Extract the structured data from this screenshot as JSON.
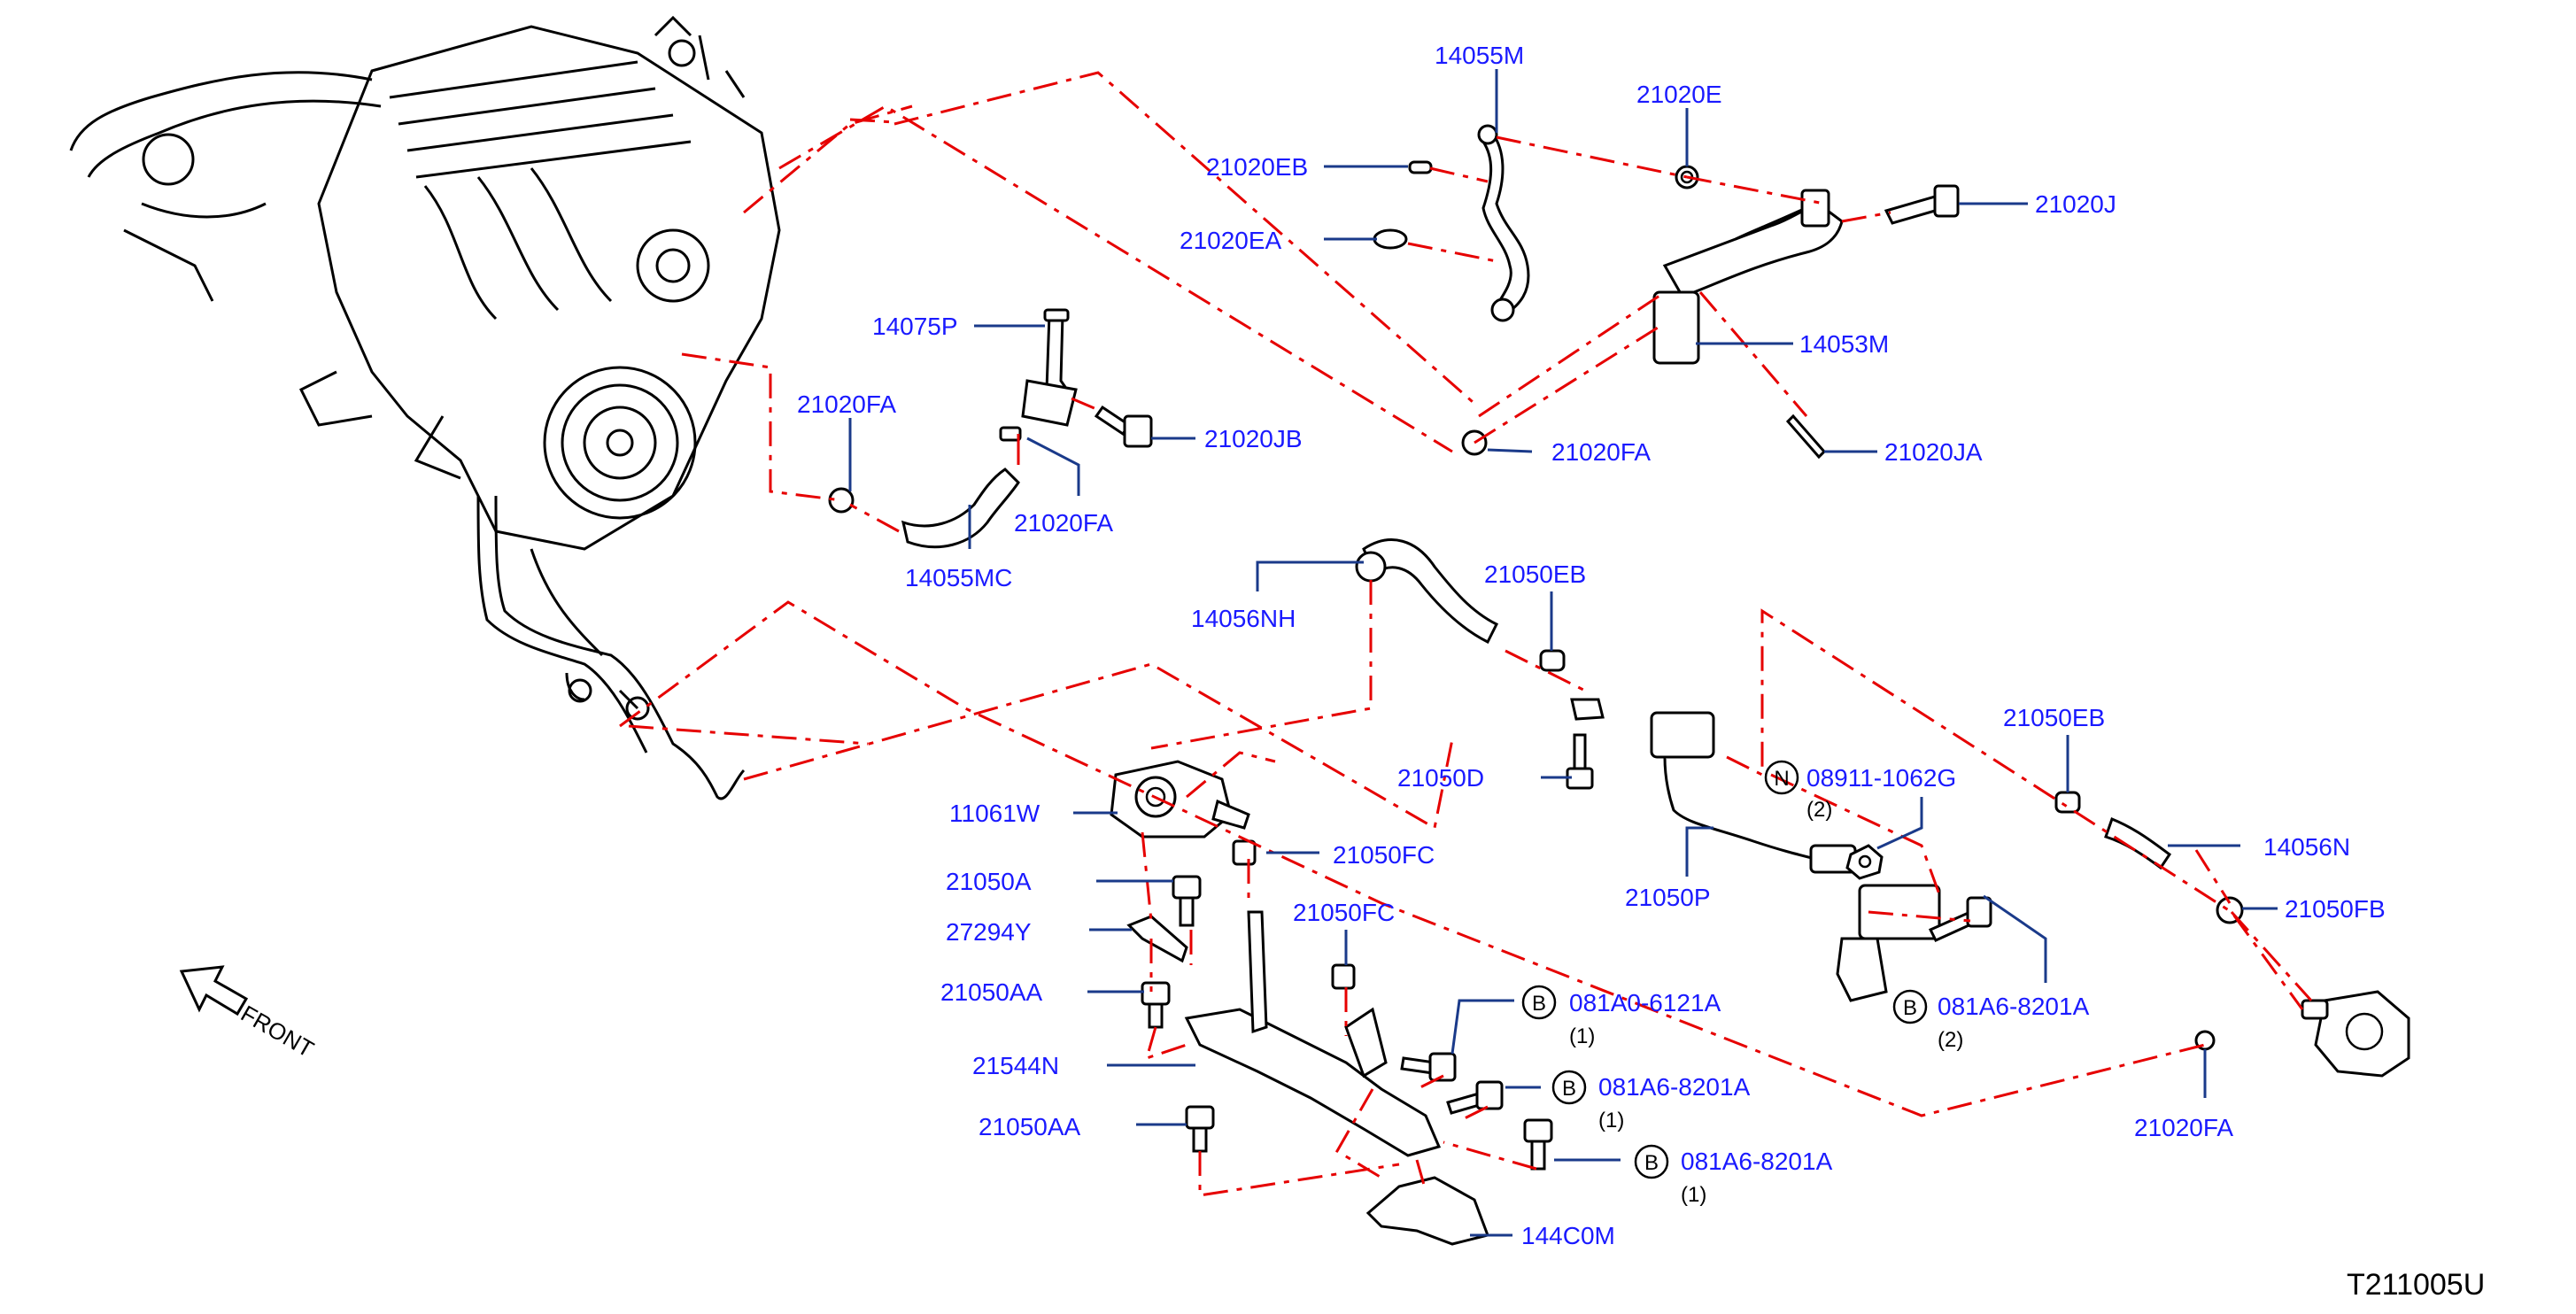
{
  "diagram_code": "T211005U",
  "front_label": "FRONT",
  "parts": {
    "p14055M": "14055M",
    "p21020E": "21020E",
    "p21020EB": "21020EB",
    "p21020J": "21020J",
    "p21020EA": "21020EA",
    "p14053M": "14053M",
    "p14075P": "14075P",
    "p21020FA_a": "21020FA",
    "p21020JB": "21020JB",
    "p21020FA_b": "21020FA",
    "p21020JA": "21020JA",
    "p21020FA_c": "21020FA",
    "p14055MC": "14055MC",
    "p14056NH": "14056NH",
    "p21050EB_a": "21050EB",
    "p21050D": "21050D",
    "p08911": "08911-1062G",
    "p08911_qty": "(2)",
    "p08911_circle": "N",
    "p21050EB_b": "21050EB",
    "p14056N": "14056N",
    "p21050FB": "21050FB",
    "p11061W": "11061W",
    "p21050FC_a": "21050FC",
    "p21050A": "21050A",
    "p21050P": "21050P",
    "p27294Y": "27294Y",
    "p21050FC_b": "21050FC",
    "p21050AA_a": "21050AA",
    "p081A0": "081A0-6121A",
    "p081A0_qty": "(1)",
    "p081A0_circle": "B",
    "p081A6_a": "081A6-8201A",
    "p081A6_a_qty": "(2)",
    "p081A6_a_circle": "B",
    "p21544N": "21544N",
    "p081A6_b": "081A6-8201A",
    "p081A6_b_qty": "(1)",
    "p081A6_b_circle": "B",
    "p21020FA_d": "21020FA",
    "p21050AA_b": "21050AA",
    "p081A6_c": "081A6-8201A",
    "p081A6_c_qty": "(1)",
    "p081A6_c_circle": "B",
    "p144C0M": "144C0M"
  }
}
